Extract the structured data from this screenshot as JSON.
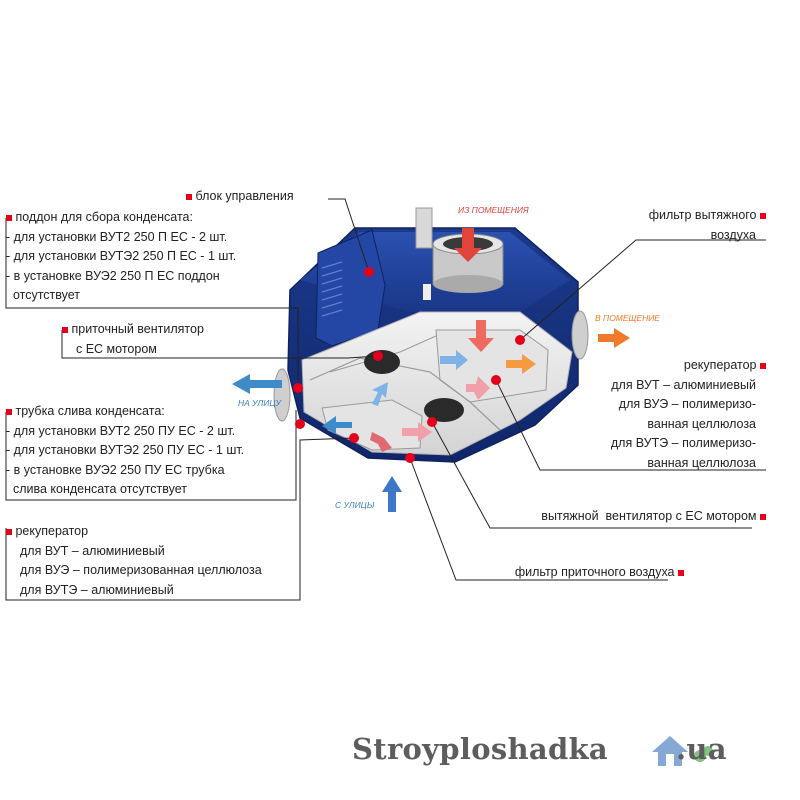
{
  "labels": {
    "control_unit": "блок управления",
    "condensate_tray": {
      "title": "поддон для сбора конденсата:",
      "lines": [
        "- для установки ВУТ2 250 П ЕС - 2 шт.",
        "- для установки ВУТЭ2 250 П ЕС - 1 шт.",
        "- в установке ВУЭ2 250 П ЕС поддон",
        "  отсутствует"
      ]
    },
    "supply_fan": [
      "приточный вентилятор",
      "с ЕС мотором"
    ],
    "drain_pipe": {
      "title": "трубка слива конденсата:",
      "lines": [
        "- для установки ВУТ2 250 ПУ ЕС - 2 шт.",
        "- для установки ВУТЭ2 250 ПУ ЕС - 1 шт.",
        "- в установке ВУЭ2 250 ПУ ЕС трубка",
        "  слива конденсата отсутствует"
      ]
    },
    "recuperator_left": [
      "рекуператор",
      "для ВУТ – алюминиевый",
      "для ВУЭ – полимеризованная целлюлоза",
      "для ВУТЭ – алюминиевый"
    ],
    "exhaust_filter": [
      "фильтр вытяжного",
      "воздуха"
    ],
    "recuperator_right": [
      "рекуператор",
      "для ВУТ – алюминиевый",
      "для ВУЭ – полимеризо-",
      "ванная целлюлоза",
      "для ВУТЭ – полимеризо-",
      "ванная целлюлоза"
    ],
    "exhaust_fan": "вытяжной  вентилятор с ЕС мотором",
    "supply_filter": "фильтр приточного воздуха"
  },
  "flows": {
    "from_room": "ИЗ ПОМЕЩЕНИЯ",
    "to_room": "В ПОМЕЩЕНИЕ",
    "to_street": "НА УЛИЦУ",
    "from_street": "С УЛИЦЫ"
  },
  "watermark": {
    "name": "Stroyploshadka",
    "domain": ".ua"
  },
  "colors": {
    "housing": "#1e3f96",
    "housing_dark": "#142c70",
    "interior": "#e8e8e8",
    "marker": "#e3001b",
    "flow_red": "#e0443a",
    "flow_orange": "#f07a2a",
    "flow_blue": "#3a7fc8"
  }
}
